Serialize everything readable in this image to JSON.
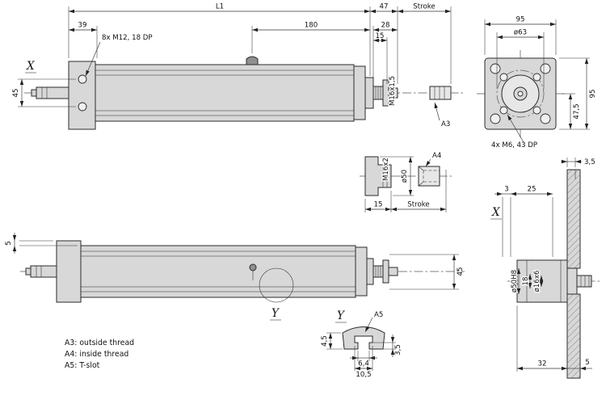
{
  "legend": {
    "a3": "A3: outside thread",
    "a4": "A4: inside thread",
    "a5": "A5: T-slot"
  },
  "side_top": {
    "l1": "L1",
    "n39": "39",
    "n180": "180",
    "n47": "47",
    "stroke": "Stroke",
    "n28": "28",
    "n15": "15",
    "bolt_note": "8x M12, 18 DP",
    "n45": "45",
    "thread": "M16x1,5",
    "a3": "A3",
    "x": "X"
  },
  "flange": {
    "n95_top": "95",
    "d63": "ø63",
    "n95_right": "95",
    "n47_5": "47,5",
    "bolt_note": "4x M6, 43 DP"
  },
  "rod_detail": {
    "thread": "M16x2",
    "d50": "ø50",
    "a4": "A4",
    "n15": "15",
    "stroke": "Stroke"
  },
  "side_bottom": {
    "n5": "5",
    "n45": "45",
    "y": "Y"
  },
  "tslot": {
    "y": "Y",
    "a5": "A5",
    "n4_5": "4,5",
    "n3_5": "3,5",
    "n6_4": "6,4",
    "n10_5": "10,5"
  },
  "mount": {
    "n3_5": "3,5",
    "n3": "3",
    "n25": "25",
    "x": "X",
    "d50h8": "ø50H8",
    "n18": "18",
    "d16x6": "ø16x6",
    "n32": "32",
    "n5": "5"
  }
}
